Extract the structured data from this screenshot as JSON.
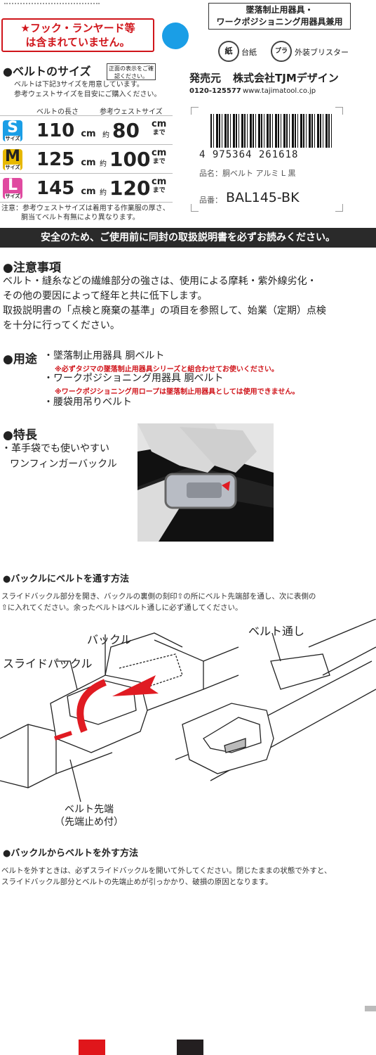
{
  "top_warning": {
    "line1": "★フック・ランヤード等",
    "line2": "は含まれていません。"
  },
  "cert": {
    "line1": "墜落制止用器具・",
    "line2": "ワークポジショニング用器具兼用"
  },
  "recycle": {
    "paper": "台紙",
    "plastic": "外装ブリスター",
    "paper_mark": "紙",
    "plastic_mark": "プラ"
  },
  "belt_size": {
    "heading": "●ベルトのサイズ",
    "note": "正面の表示をご確認ください。",
    "intro1": "ベルトは下記3サイズを用意しています。",
    "intro2": "参考ウェストサイズを目安にご購入ください。",
    "col_length": "ベルトの長さ",
    "col_waist": "参考ウェストサイズ",
    "rows": [
      {
        "letter": "S",
        "sub": "サイズ",
        "length": "110",
        "waist": "80",
        "color": "#1a9ee6"
      },
      {
        "letter": "M",
        "sub": "サイズ",
        "length": "125",
        "waist": "100",
        "color": "#e6b800"
      },
      {
        "letter": "L",
        "sub": "サイズ",
        "length": "145",
        "waist": "120",
        "color": "#e04aa0"
      }
    ],
    "unit": "cm",
    "approx": "約",
    "made": "まで",
    "caution1": "注意：参考ウェストサイズは着用する作業服の厚さ、",
    "caution2": "胴当てベルト有無により異なります。"
  },
  "maker": {
    "label": "発売元",
    "name": "株式会社TJMデザイン",
    "phone": "0120-125577",
    "url": "www.tajimatool.co.jp"
  },
  "barcode": {
    "digits": "4 975364 261618"
  },
  "product": {
    "name_label": "品名：",
    "name": "胴ベルト アルミ L 黒",
    "code_label": "品番：",
    "code": "BAL145-BK"
  },
  "safety_banner": "安全のため、ご使用前に同封の取扱説明書を必ずお読みください。",
  "caution": {
    "heading": "●注意事項",
    "lines": [
      "ベルト・縫糸などの繊維部分の強さは、使用による摩耗・紫外線劣化・",
      "その他の要因によって経年と共に低下します。",
      "取扱説明書の「点検と廃棄の基準」の項目を参照して、始業（定期）点検",
      "を十分に行ってください。"
    ]
  },
  "usage": {
    "heading": "●用途",
    "item1": "・墜落制止用器具 胴ベルト",
    "note1": "※必ずタジマの墜落制止用器具シリーズと組合わせてお使いください。",
    "item2": "・ワークポジショニング用器具 胴ベルト",
    "note2": "※ワークポジショニング用ロープは墜落制止用器具としては使用できません。",
    "item3": "・腰袋用吊りベルト"
  },
  "feature": {
    "heading": "●特長",
    "line1": "・革手袋でも使いやすい",
    "line2": "ワンフィンガーバックル"
  },
  "threading": {
    "heading": "●バックルにベルトを通す方法",
    "line1": "スライドバックル部分を開き、バックルの裏側の刻印⇧の所にベルト先端部を通し、次に表側の",
    "line2": "⇧に入れてください。余ったベルトはベルト通しに必ず通してください。",
    "label_buckle": "バックル",
    "label_slide": "スライドバックル",
    "label_loop": "ベルト通し",
    "label_tip1": "ベルト先端",
    "label_tip2": "（先端止め付）"
  },
  "removing": {
    "heading": "●バックルからベルトを外す方法",
    "line1": "ベルトを外すときは、必ずスライドバックルを開いて外してください。閉じたままの状態で外すと、",
    "line2": "スライドバックル部分とベルトの先端止めが引っかかり、破損の原因となります。"
  },
  "colors": {
    "accent_red": "#d0151b",
    "accent_blue": "#1a9ee6",
    "swatch_red": "#e0161b",
    "swatch_black": "#231f20"
  }
}
